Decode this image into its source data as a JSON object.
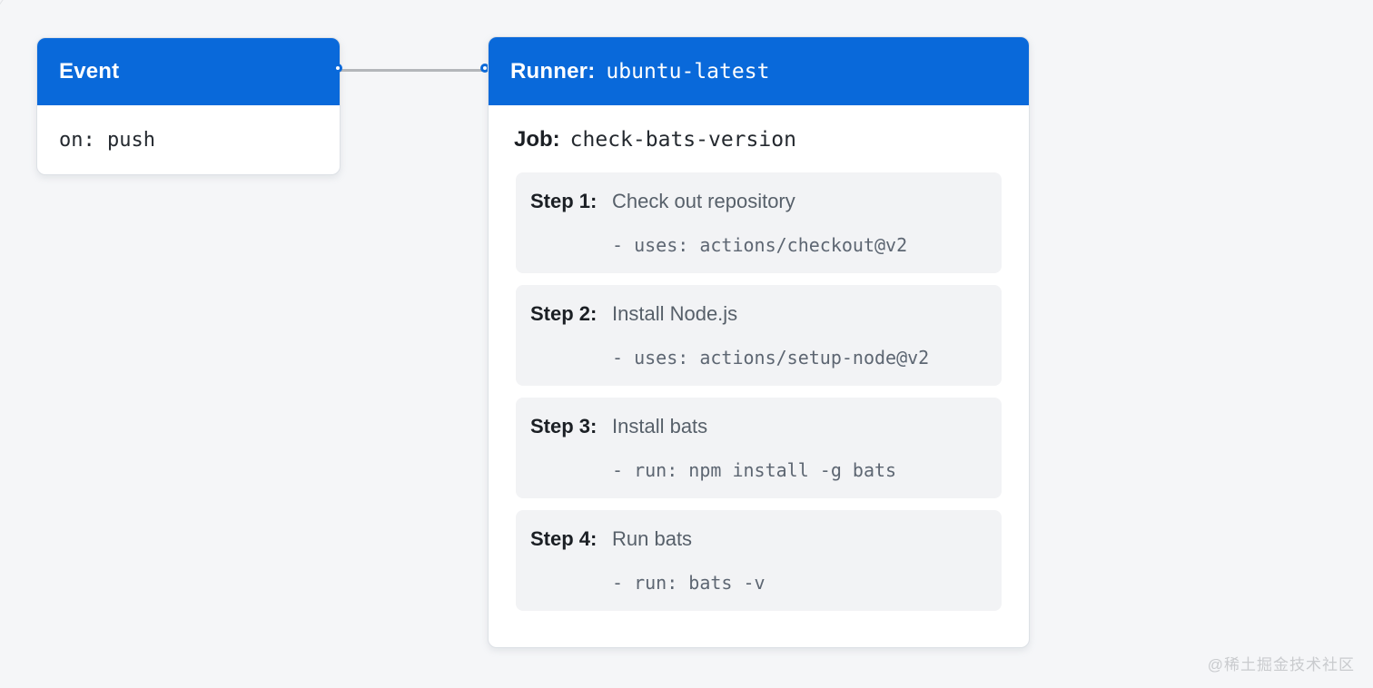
{
  "page": {
    "watermark": "@稀土掘金技术社区"
  },
  "colors": {
    "accent_blue": "#0969da",
    "page_background": "#f5f6f8",
    "card_background": "#ffffff",
    "card_border": "#dde1e6",
    "step_background": "#f2f3f5",
    "text_dark": "#1b1f24",
    "text_muted": "#57606a",
    "connector_gray": "#b3b6ba",
    "watermark_gray": "#c9cbce"
  },
  "event_card": {
    "title": "Event",
    "code": "on: push"
  },
  "runner_card": {
    "title_label": "Runner:",
    "title_value": "ubuntu-latest",
    "job_label": "Job:",
    "job_value": "check-bats-version",
    "steps": [
      {
        "label": "Step 1:",
        "description": "Check out repository",
        "code": "- uses: actions/checkout@v2"
      },
      {
        "label": "Step 2:",
        "description": "Install Node.js",
        "code": "- uses: actions/setup-node@v2"
      },
      {
        "label": "Step 3:",
        "description": "Install bats",
        "code": "- run: npm install -g bats"
      },
      {
        "label": "Step 4:",
        "description": "Run bats",
        "code": "- run: bats -v"
      }
    ]
  }
}
